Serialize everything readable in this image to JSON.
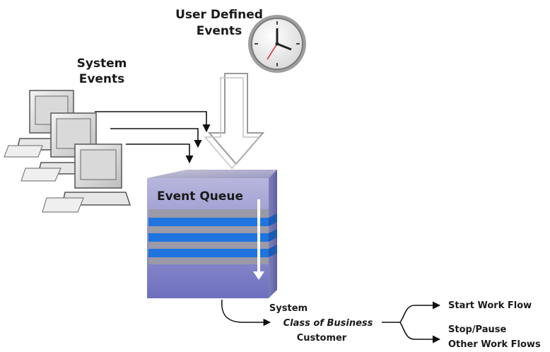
{
  "labels": {
    "user_defined_line1": "User Defined",
    "user_defined_line2": "Events",
    "system_events_line1": "System",
    "system_events_line2": "Events",
    "event_queue": "Event Queue",
    "out_system": "System",
    "out_class": "Class of Business",
    "out_customer": "Customer",
    "start_work_flow": "Start Work Flow",
    "stop_pause": "Stop/Pause",
    "other_work_flows": "Other Work Flows"
  },
  "icons": {
    "clock": "clock-icon",
    "computers": "computer-workstation-icon",
    "queue": "event-queue-cube"
  },
  "colors": {
    "cube_front": "#8d8fd0",
    "cube_top": "#a6a4c4",
    "stripe_blue": "#1f74e0",
    "stripe_gray": "#9a9aa8"
  }
}
